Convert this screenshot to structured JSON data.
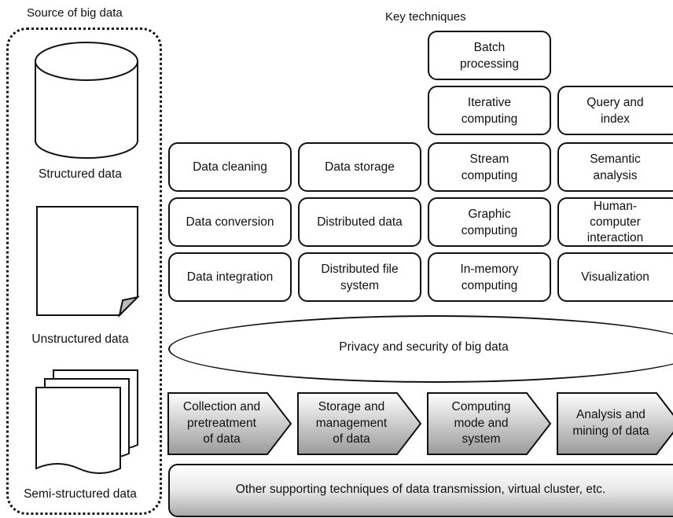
{
  "source_panel": {
    "title": "Source of big data",
    "structured": "Structured data",
    "unstructured": "Unstructured data",
    "semi_structured": "Semi-structured data"
  },
  "techniques": {
    "title": "Key techniques",
    "col1": [
      "Data cleaning",
      "Data conversion",
      "Data integration"
    ],
    "col2": [
      "Data storage",
      "Distributed data",
      "Distributed file\nsystem"
    ],
    "col3": [
      "Batch\nprocessing",
      "Iterative\ncomputing",
      "Stream\ncomputing",
      "Graphic\ncomputing",
      "In-memory\ncomputing"
    ],
    "col4": [
      "Query and\nindex",
      "Semantic\nanalysis",
      "Human-\ncomputer\ninteraction",
      "Visualization"
    ]
  },
  "privacy": "Privacy and security of big data",
  "pipeline": [
    "Collection and\npretreatment\nof data",
    "Storage and\nmanagement\nof data",
    "Computing\nmode and\nsystem",
    "Analysis and\nmining of data"
  ],
  "supporting": "Other supporting techniques of data transmission, virtual cluster, etc."
}
